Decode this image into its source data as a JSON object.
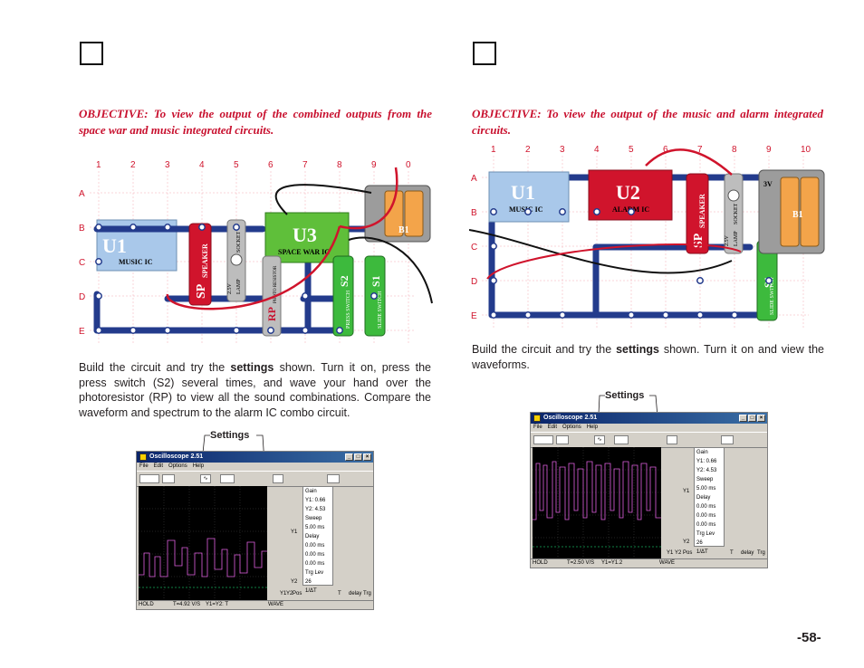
{
  "page_number": "-58-",
  "left": {
    "objective": "OBJECTIVE:  To view the output of the combined outputs from the space war and music integrated circuits.",
    "instructions_before": "Build the circuit and try the ",
    "instructions_bold": "settings",
    "instructions_after": " shown.  Turn it on, press the press switch (S2) several times, and wave your hand over the photoresistor (RP) to view all the sound combinations.  Compare the waveform and spectrum to the alarm IC combo circuit.",
    "callout": "Settings",
    "circuit": {
      "columns": [
        "1",
        "2",
        "3",
        "4",
        "5",
        "6",
        "7",
        "8",
        "9",
        "0"
      ],
      "rows": [
        "A",
        "B",
        "C",
        "D",
        "E"
      ],
      "u1_label": "U1",
      "u1_sub": "MUSIC IC",
      "u3_label": "U3",
      "u3_sub": "SPACE WAR IC",
      "sp_label": "SP",
      "sp_sub": "SPEAKER",
      "lamp_label": "LAMP",
      "lamp_socket": "SOCKET",
      "lamp_volt": "2.5V",
      "rp_label": "RP",
      "rp_sub": "PHOTO RESISTOR",
      "s2_label": "S2",
      "s2_sub": "PRESS SWITCH",
      "s1_label": "S1",
      "s1_sub": "SLIDE SWITCH",
      "b1_label": "B1"
    },
    "osc": {
      "title": "Oscilloscope 2.51",
      "menu": [
        "File",
        "Edit",
        "Options",
        "Help"
      ],
      "panel": [
        "Gain",
        "Y1: 0.66",
        "Y2: 4.53",
        "Sweep",
        "5.00 ms",
        "Delay",
        "0.00 ms",
        "0.00 ms",
        "0.00 ms",
        "Trg Lev",
        "26",
        "1/ΔT"
      ],
      "y_labels": [
        "Y1",
        "Y2"
      ],
      "footer": [
        "Y1",
        "Y2",
        "Pos",
        "T",
        "delay",
        "Trg"
      ],
      "status": [
        "HOLD",
        "T=4.92 V/S",
        "Y1=Y2: T",
        "WAVE"
      ]
    }
  },
  "right": {
    "objective": "OBJECTIVE:  To view the output of the music and alarm integrated circuits.",
    "instructions_before": "Build the circuit and try the ",
    "instructions_bold": "settings",
    "instructions_after": " shown.  Turn it on and view the waveforms.",
    "callout": "Settings",
    "circuit": {
      "columns": [
        "1",
        "2",
        "3",
        "4",
        "5",
        "6",
        "7",
        "8",
        "9",
        "10"
      ],
      "rows": [
        "A",
        "B",
        "C",
        "D",
        "E"
      ],
      "u1_label": "U1",
      "u1_sub": "MUSIC IC",
      "u2_label": "U2",
      "u2_sub": "ALARM IC",
      "sp_label": "SP",
      "sp_sub": "SPEAKER",
      "lamp_label": "LAMP",
      "lamp_socket": "SOCKET",
      "lamp_volt": "2.5V",
      "s1_label": "S1",
      "s1_sub": "SLIDE SWITCH",
      "b1_label": "B1",
      "b1_volt": "3V"
    },
    "osc": {
      "title": "Oscilloscope 2.51",
      "menu": [
        "File",
        "Edit",
        "Options",
        "Help"
      ],
      "panel": [
        "Gain",
        "Y1: 0.66",
        "Y2: 4.53",
        "Sweep",
        "5.00 ms",
        "Delay",
        "0.00 ms",
        "0.00 ms",
        "0.00 ms",
        "Trg Lev",
        "26",
        "1/ΔT"
      ],
      "y_labels": [
        "Y1",
        "Y2"
      ],
      "footer": [
        "Y1",
        "Y2",
        "Pos",
        "T",
        "delay",
        "Trg"
      ],
      "status": [
        "HOLD",
        "T=2.50 V/S",
        "Y1=Y1.2",
        "WAVE"
      ]
    }
  }
}
